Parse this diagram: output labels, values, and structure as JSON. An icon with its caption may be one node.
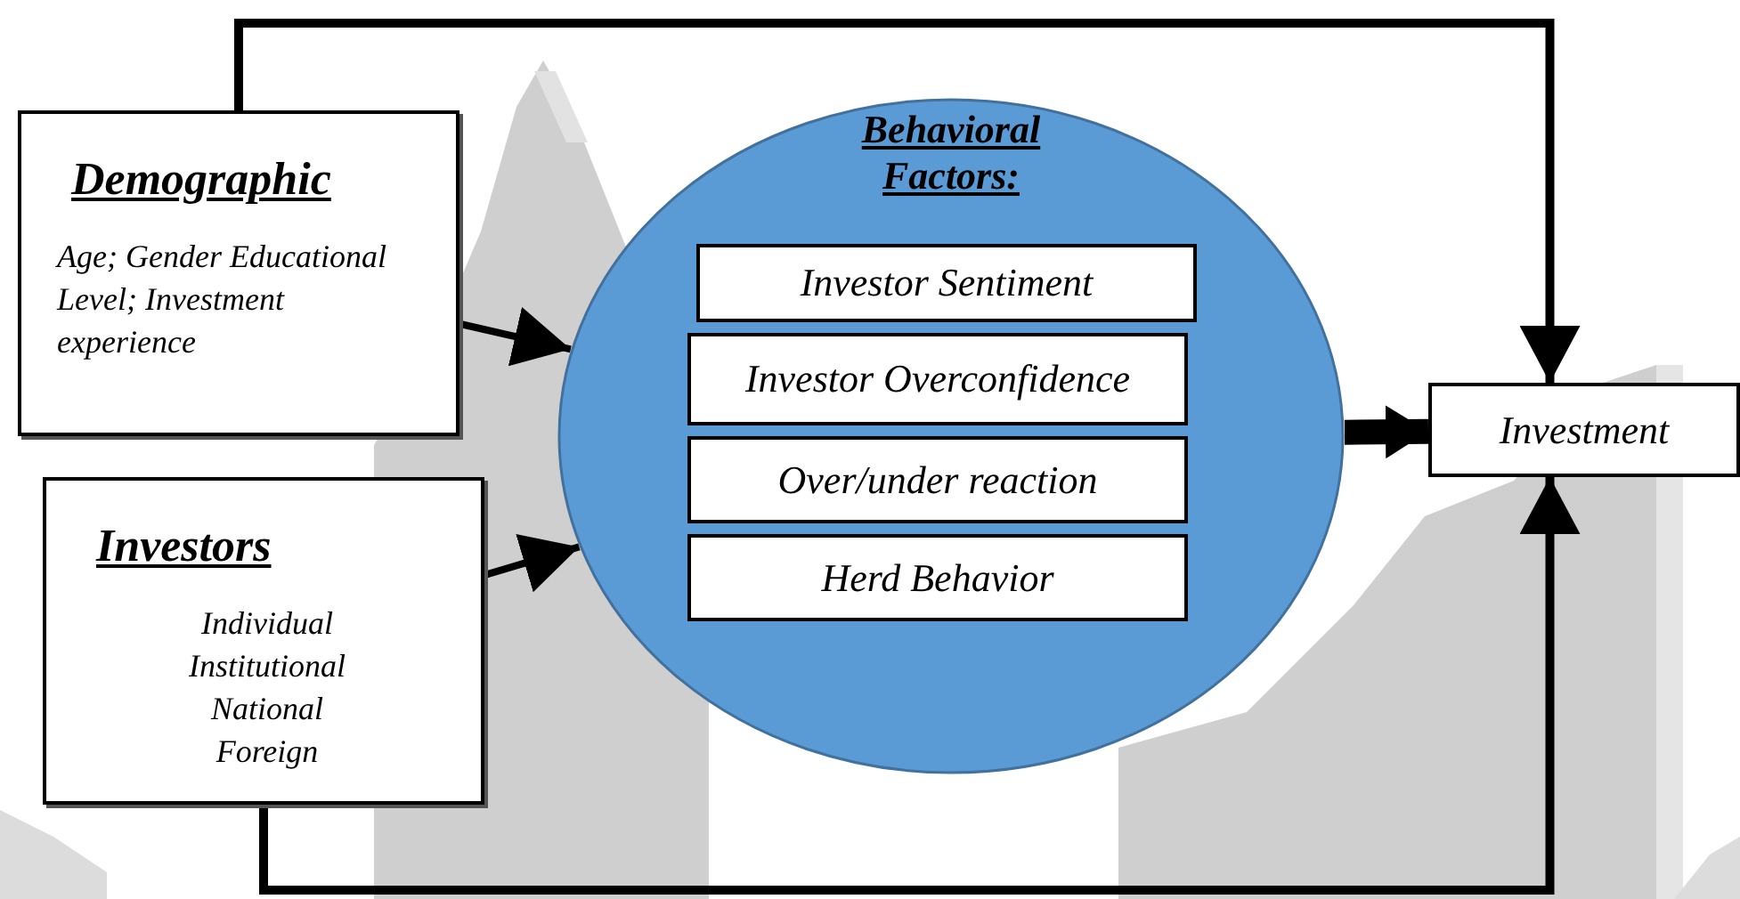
{
  "diagram": {
    "nodes": [
      {
        "text": [
          "Demographic",
          "Age; Gender Educational Level; Investment experience"
        ]
      },
      {
        "text": [
          "Investors",
          "Individual Institutional National Foreign"
        ]
      },
      {
        "text": [
          "Behavioral Factors:"
        ]
      },
      {
        "text": [
          "Investor Sentiment"
        ],
        "in": 2
      },
      {
        "text": [
          "Investor Overconfidence"
        ],
        "in": 2
      },
      {
        "text": [
          "Over/under reaction"
        ],
        "in": 2
      },
      {
        "text": [
          "Herd Behavior"
        ],
        "in": 2
      },
      {
        "text": [
          "Investment"
        ]
      }
    ],
    "edges": [
      {
        "from": 0,
        "to": 2,
        "arrow": "to"
      },
      {
        "from": 1,
        "to": 2,
        "arrow": "to"
      },
      {
        "from": 2,
        "to": 7,
        "arrow": "to",
        "style": "thick"
      },
      {
        "from": 0,
        "to": 7,
        "arrow": "to"
      },
      {
        "from": 1,
        "to": 7,
        "arrow": "to"
      }
    ]
  }
}
